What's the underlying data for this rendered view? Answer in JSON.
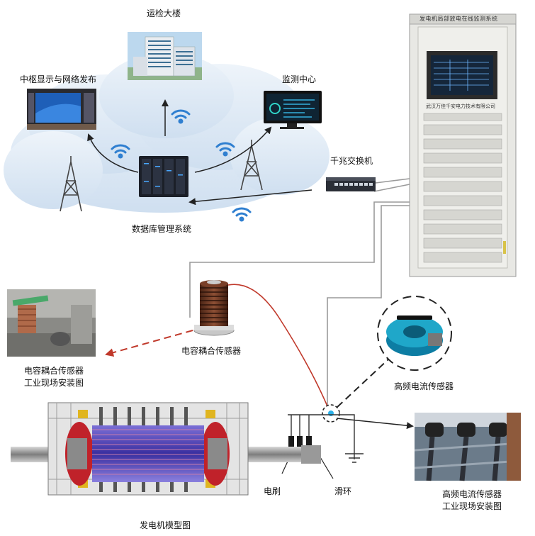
{
  "cabinet": {
    "header_text": "发电机局部放电在线监测系统",
    "company_text": "武汉万佳千安电力技术有限公司"
  },
  "labels": {
    "office_building": "运检大楼",
    "central_display": "中枢显示与网络发布",
    "monitoring_center": "监测中心",
    "gigabit_switch": "千兆交换机",
    "database_system": "数据库管理系统",
    "capacitive_sensor": "电容耦合传感器",
    "capacitive_site_line1": "电容耦合传感器",
    "capacitive_site_line2": "工业现场安装图",
    "hf_ct_sensor": "高频电流传感器",
    "hf_ct_site_line1": "高频电流传感器",
    "hf_ct_site_line2": "工业现场安装图",
    "brush": "电刷",
    "slip_ring": "滑环",
    "generator_model": "发电机模型图"
  },
  "colors": {
    "cloud": "#dfeaf5",
    "wifi": "#2f7fd0",
    "sensor_wire": "#c0392b",
    "cabinet": "#e6e6e2",
    "coupler_body": "#6b3a26",
    "hfct_body": "#1fa7c9"
  }
}
